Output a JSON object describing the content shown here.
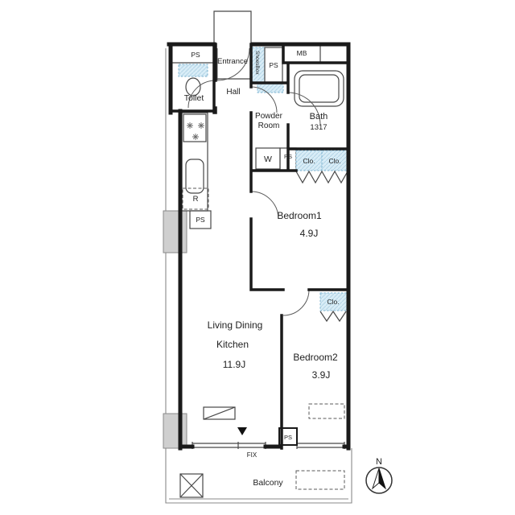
{
  "labels": {
    "psTop": "PS",
    "toilet": "Toilet",
    "entrance": "Entrance",
    "shoesBox": "ShoesBox",
    "psEntrance": "PS",
    "mb": "MB",
    "hall": "Hall",
    "powder1": "Powder",
    "powder2": "Room",
    "bath": "Bath",
    "bathSize": "1317",
    "washer": "W",
    "psPowder": "PS",
    "clo1": "Clo.",
    "clo2": "Clo.",
    "bedroom1": "Bedroom1",
    "bedroom1Size": "4.9J",
    "fridge": "R",
    "psKitchen": "PS",
    "ldk1": "Living Dining",
    "ldk2": "Kitchen",
    "ldkSize": "11.9J",
    "bedroom2": "Bedroom2",
    "bedroom2Size": "3.9J",
    "clo3": "Clo.",
    "fix": "FIX",
    "psBottom": "PS",
    "balcony": "Balcony",
    "north": "N"
  },
  "colors": {
    "wall": "#1a1a1a",
    "line": "#474747",
    "closet_fill": "#d9edf7",
    "closet_stroke": "#7fb5d2",
    "pillar": "#cfcfcf",
    "shoesbox_text": "#2d7fa8"
  }
}
